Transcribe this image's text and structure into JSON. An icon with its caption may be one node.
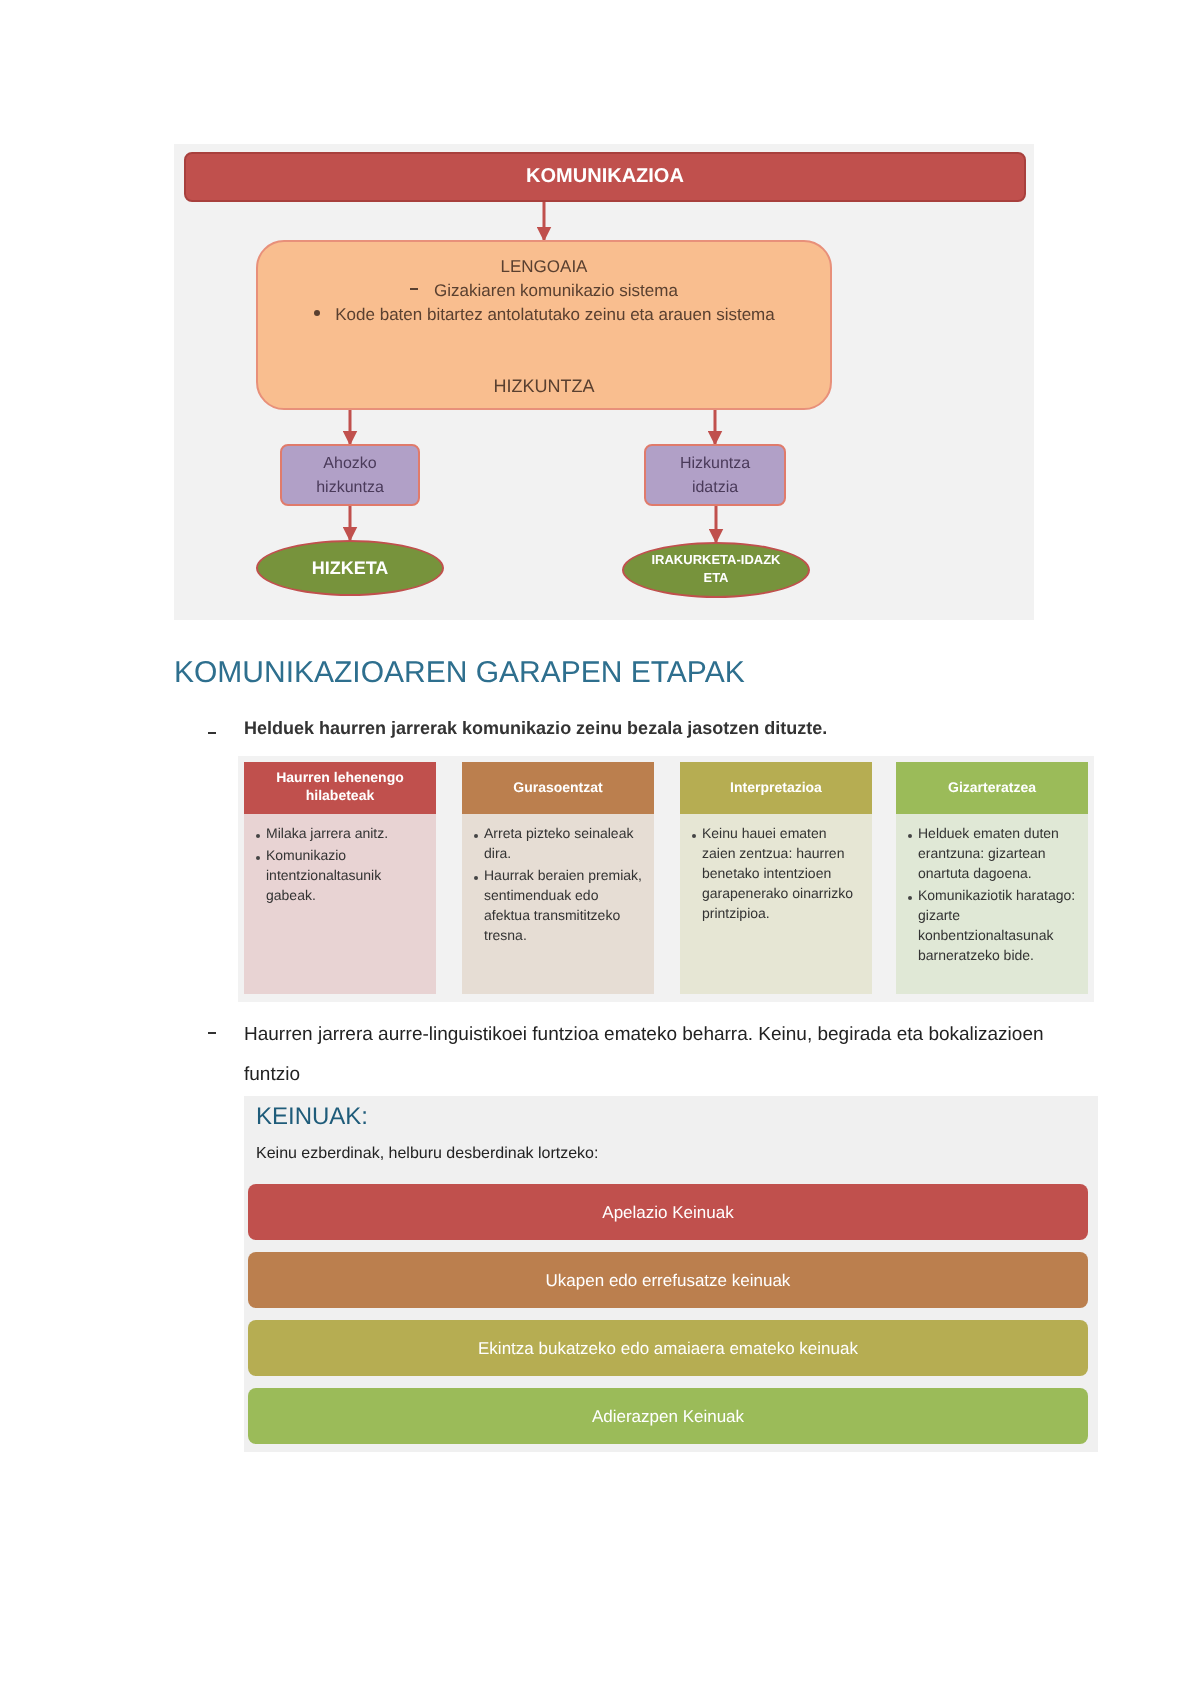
{
  "diagram": {
    "nodes": [
      {
        "text": [
          "KOMUNIKAZIOA"
        ]
      },
      {
        "text": [
          "LENGOAIA",
          "Gizakiaren komunikazio sistema",
          "Kode baten bitartez antolatutako zeinu eta arauen sistema",
          "HIZKUNTZA"
        ]
      },
      {
        "text": [
          "Ahozko hizkuntza"
        ]
      },
      {
        "text": [
          "Hizkuntza idatzia"
        ]
      },
      {
        "text": [
          "HIZKETA"
        ]
      },
      {
        "text": [
          "IRAKURKETA-IDAZKETA"
        ]
      },
      {
        "text": [
          "Haurren lehenengo hilabeteak",
          "Milaka jarrera anitz.",
          "Komunikazio intentzionaltasunik gabeak."
        ]
      },
      {
        "text": [
          "Gurasoentzat",
          "Arreta pizteko seinaleak dira.",
          "Haurrak beraien premiak, sentimenduak edo afektua transmititzeko tresna."
        ]
      },
      {
        "text": [
          "Interpretazioa",
          "Keinu hauei ematen zaien zentzua: haurren benetako intentzioen garapenerako oinarrizko printzipioa."
        ]
      },
      {
        "text": [
          "Gizarteratzea",
          "Helduek ematen duten erantzuna: gizartean onartuta dagoena.",
          "Komunikaziotik haratago: gizarte konbentzionaltasunak barneratzeko bide."
        ]
      },
      {
        "text": [
          "KEINUAK:",
          "Keinu ezberdinak, helburu desberdinak lortzeko:"
        ]
      },
      {
        "text": [
          "Apelazio Keinuak"
        ],
        "in": 10
      },
      {
        "text": [
          "Ukapen edo errefusatze keinuak"
        ],
        "in": 10
      },
      {
        "text": [
          "Ekintza bukatzeko edo amaiaera emateko keinuak"
        ],
        "in": 10
      },
      {
        "text": [
          "Adierazpen Keinuak"
        ],
        "in": 10
      }
    ],
    "edges": [
      {
        "from": 0,
        "to": 1,
        "arrow": "to"
      },
      {
        "from": 1,
        "to": 2,
        "arrow": "to"
      },
      {
        "from": 1,
        "to": 3,
        "arrow": "to"
      },
      {
        "from": 2,
        "to": 4,
        "arrow": "to"
      },
      {
        "from": 3,
        "to": 5,
        "arrow": "to"
      }
    ],
    "labels": [
      "KOMUNIKAZIOAREN GARAPEN ETAPAK",
      "Helduek haurren jarrerak komunikazio zeinu bezala jasotzen dituzte.",
      "Haurren jarrera aurre-linguistikoei funtzioa emateko beharra. Keinu, begirada eta bokalizazioen funtzio"
    ]
  }
}
